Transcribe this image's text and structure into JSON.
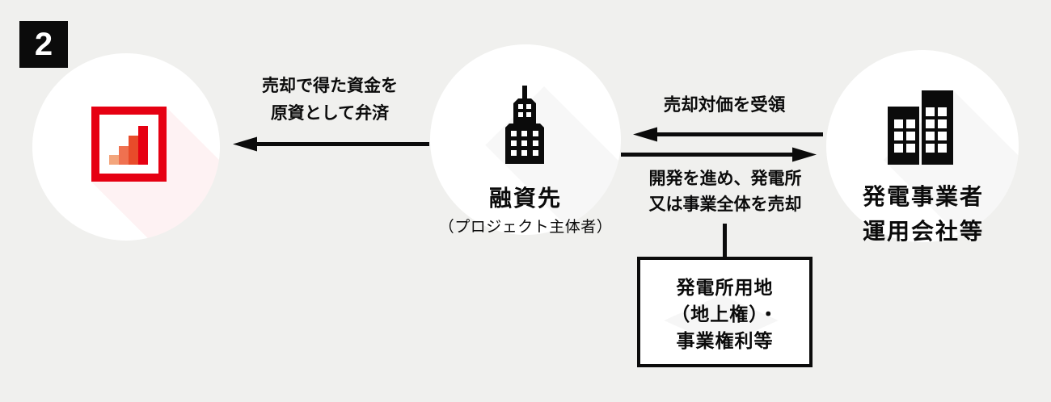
{
  "step_badge": "2",
  "lender": {
    "icon": "bar-chart-logo-icon"
  },
  "borrower": {
    "icon": "office-building-icon",
    "name": "融資先",
    "subname": "（プロジェクト主体者）"
  },
  "operator": {
    "icon": "twin-buildings-icon",
    "name_line1": "発電事業者",
    "name_line2": "運用会社等"
  },
  "flows": {
    "repayment": {
      "line1": "売却で得た資金を",
      "line2": "原資として弁済",
      "direction": "left"
    },
    "receive_payment": {
      "label": "売却対価を受領",
      "direction": "left"
    },
    "develop_sell": {
      "line1": "開発を進め、発電所",
      "line2": "又は事業全体を売却",
      "direction": "right"
    }
  },
  "asset_box": {
    "line1": "発電所用地",
    "line2": "（地上権）・",
    "line3": "事業権利等"
  },
  "colors": {
    "background": "#f0f0ee",
    "ink": "#0b0b0b",
    "brand_red": "#e60012",
    "bar_colors": [
      "#f3a57c",
      "#ef7150",
      "#e84b2a",
      "#e60012"
    ]
  }
}
